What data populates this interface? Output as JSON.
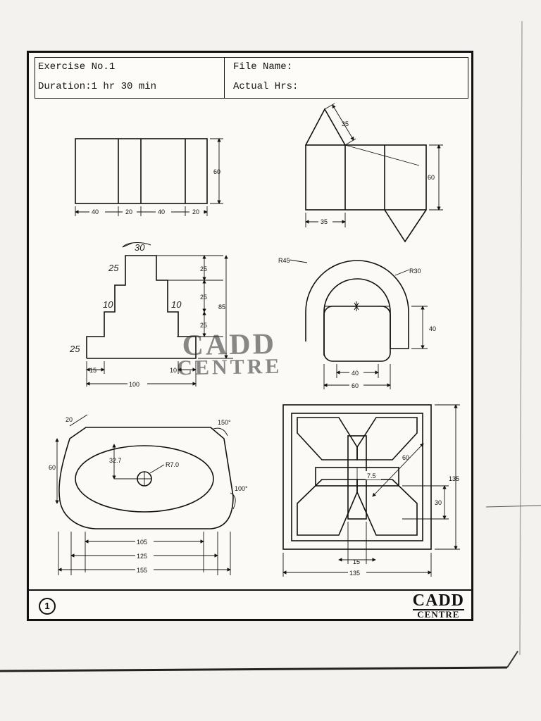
{
  "header": {
    "exercise": "Exercise No.1",
    "file_name": "File Name:",
    "duration": "Duration:1 hr 30 min",
    "actual_hrs": "Actual Hrs:"
  },
  "drawing1": {
    "dims": [
      "40",
      "20",
      "40",
      "20",
      "60"
    ]
  },
  "drawing2": {
    "dims": [
      "35",
      "60",
      "35"
    ]
  },
  "drawing3": {
    "dims": [
      "25",
      "25",
      "25",
      "85",
      "15",
      "10",
      "100"
    ],
    "handwritten": [
      "30",
      "25",
      "10",
      "10",
      "25"
    ]
  },
  "drawing4": {
    "dims": [
      "R45",
      "R30",
      "40",
      "40",
      "60"
    ]
  },
  "drawing5": {
    "dims": [
      "20",
      "150°",
      "60",
      "32.7",
      "R7.0",
      "100°",
      "105",
      "125",
      "155"
    ]
  },
  "drawing6": {
    "dims": [
      "60",
      "7.5",
      "135",
      "30",
      "15",
      "135"
    ]
  },
  "footer": {
    "page_number": "1",
    "logo_line1": "CADD",
    "logo_line2": "CENTRE"
  },
  "watermark": {
    "line1": "CADD",
    "line2": "CENTRE"
  }
}
